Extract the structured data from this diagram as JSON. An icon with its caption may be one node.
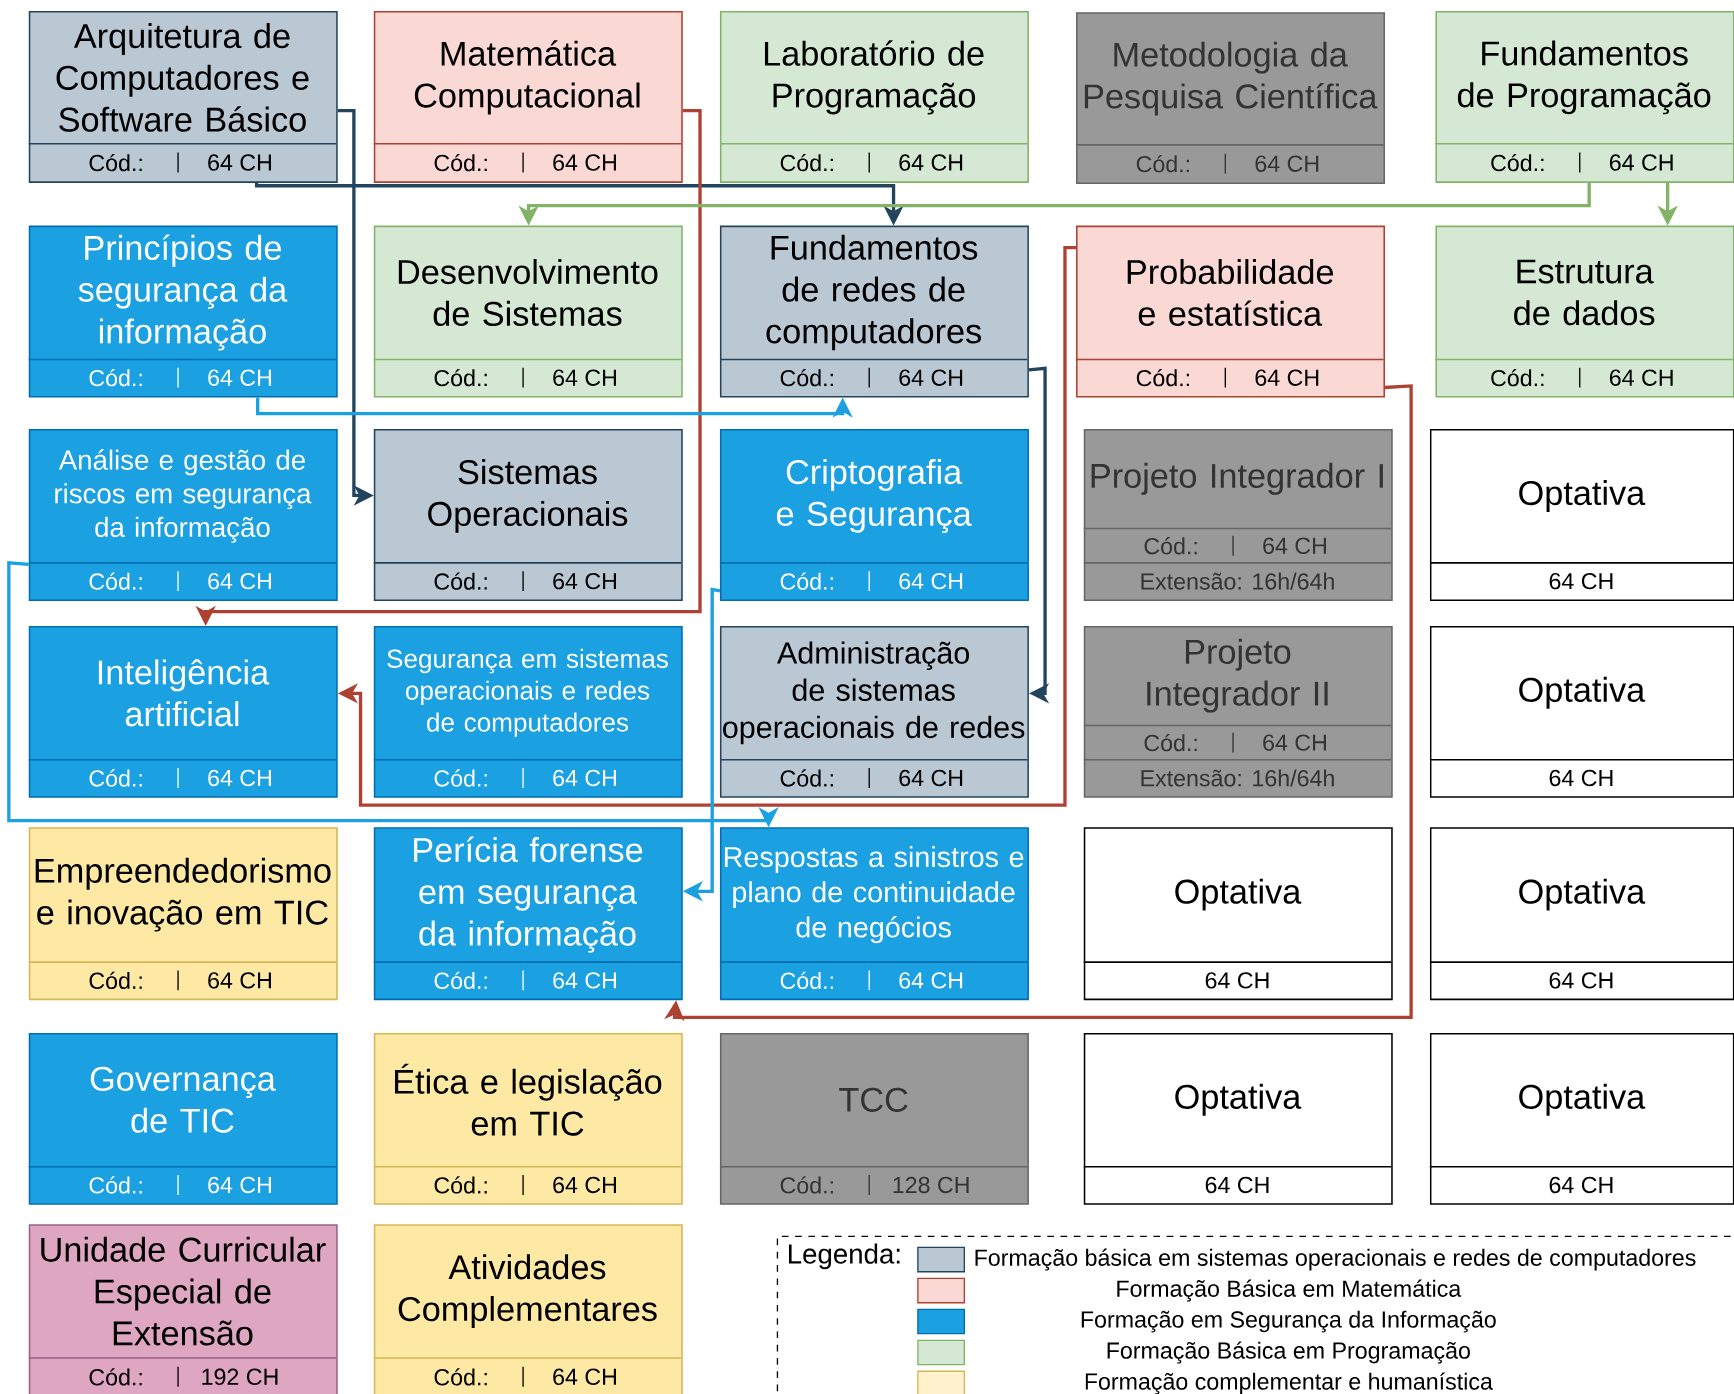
{
  "diagram": {
    "nodes": [
      {
        "text": [
          "Arquitetura de Computadores e Software Básico",
          "Cód.:",
          "64 CH"
        ]
      },
      {
        "text": [
          "Matemática Computacional",
          "Cód.:",
          "64 CH"
        ]
      },
      {
        "text": [
          "Laboratório de Programação",
          "Cód.:",
          "64 CH"
        ]
      },
      {
        "text": [
          "Metodologia da Pesquisa Científica",
          "Cód.:",
          "64 CH"
        ]
      },
      {
        "text": [
          "Fundamentos de Programação",
          "Cód.:",
          "64 CH"
        ]
      },
      {
        "text": [
          "Princípios de segurança da informação",
          "Cód.:",
          "64 CH"
        ]
      },
      {
        "text": [
          "Desenvolvimento de Sistemas",
          "Cód.:",
          "64 CH"
        ]
      },
      {
        "text": [
          "Fundamentos de redes de computadores",
          "Cód.:",
          "64 CH"
        ]
      },
      {
        "text": [
          "Probabilidade e estatística",
          "Cód.:",
          "64 CH"
        ]
      },
      {
        "text": [
          "Estrutura de dados",
          "Cód.:",
          "64 CH"
        ]
      },
      {
        "text": [
          "Análise e gestão de riscos em segurança da informação",
          "Cód.:",
          "64 CH"
        ]
      },
      {
        "text": [
          "Sistemas Operacionais",
          "Cód.:",
          "64 CH"
        ]
      },
      {
        "text": [
          "Criptografia e Segurança",
          "Cód.:",
          "64 CH"
        ]
      },
      {
        "text": [
          "Projeto Integrador I",
          "Cód.:",
          "64 CH",
          "Extensão: 16h/64h"
        ]
      },
      {
        "text": [
          "Optativa",
          "64 CH"
        ]
      },
      {
        "text": [
          "Inteligência artificial",
          "Cód.:",
          "64 CH"
        ]
      },
      {
        "text": [
          "Segurança em sistemas operacionais e redes de computadores",
          "Cód.:",
          "64 CH"
        ]
      },
      {
        "text": [
          "Administração de sistemas operacionais de redes",
          "Cód.:",
          "64 CH"
        ]
      },
      {
        "text": [
          "Projeto Integrador II",
          "Cód.:",
          "64 CH",
          "Extensão: 16h/64h"
        ]
      },
      {
        "text": [
          "Optativa",
          "64 CH"
        ]
      },
      {
        "text": [
          "Empreendedorismo e inovação em TIC",
          "Cód.:",
          "64 CH"
        ]
      },
      {
        "text": [
          "Perícia forense em segurança da informação",
          "Cód.:",
          "64 CH"
        ]
      },
      {
        "text": [
          "Respostas a sinistros e plano de continuidade de negócios",
          "Cód.:",
          "64 CH"
        ]
      },
      {
        "text": [
          "Optativa",
          "64 CH"
        ]
      },
      {
        "text": [
          "Optativa",
          "64 CH"
        ]
      },
      {
        "text": [
          "Governança de TIC",
          "Cód.:",
          "64 CH"
        ]
      },
      {
        "text": [
          "Ética e legislação em TIC",
          "Cód.:",
          "64 CH"
        ]
      },
      {
        "text": [
          "TCC",
          "Cód.:",
          "128 CH"
        ]
      },
      {
        "text": [
          "Optativa",
          "64 CH"
        ]
      },
      {
        "text": [
          "Optativa",
          "64 CH"
        ]
      },
      {
        "text": [
          "Unidade Curricular Especial de Extensão",
          "Cód.:",
          "192 CH"
        ]
      },
      {
        "text": [
          "Atividades Complementares",
          "Cód.:",
          "64 CH"
        ]
      }
    ],
    "edges": [
      {
        "from": 0,
        "to": 7,
        "arrow": "to",
        "color": "#23445d"
      },
      {
        "from": 0,
        "to": 11,
        "arrow": "to",
        "color": "#23445d"
      },
      {
        "from": 1,
        "to": 15,
        "arrow": "to",
        "color": "#ae4132"
      },
      {
        "from": 4,
        "to": 6,
        "arrow": "to",
        "color": "#82b366"
      },
      {
        "from": 4,
        "to": 9,
        "arrow": "to",
        "color": "#82b366"
      },
      {
        "from": 5,
        "to": 7,
        "arrow": "to",
        "color": "#1ba1e2"
      },
      {
        "from": 7,
        "to": 17,
        "arrow": "to",
        "color": "#23445d"
      },
      {
        "from": 8,
        "to": 15,
        "arrow": "to",
        "color": "#ae4132"
      },
      {
        "from": 8,
        "to": 21,
        "arrow": "to",
        "color": "#ae4132"
      },
      {
        "from": 10,
        "to": 22,
        "arrow": "to",
        "color": "#1ba1e2"
      },
      {
        "from": 12,
        "to": 21,
        "arrow": "to",
        "color": "#1ba1e2"
      }
    ],
    "labels": [
      "Legenda:"
    ],
    "legend": [
      {
        "text": "Formação básica em sistemas operacionais e redes de computadores",
        "color": "#bac8d3"
      },
      {
        "text": "Formação Básica em Matemática",
        "color": "#fad9d5"
      },
      {
        "text": "Formação em Segurança da Informação",
        "color": "#1ba1e2"
      },
      {
        "text": "Formação Básica em Programação",
        "color": "#d5e8d4"
      },
      {
        "text": "Formação complementar e humanística",
        "color": "#fff2cc"
      }
    ]
  }
}
